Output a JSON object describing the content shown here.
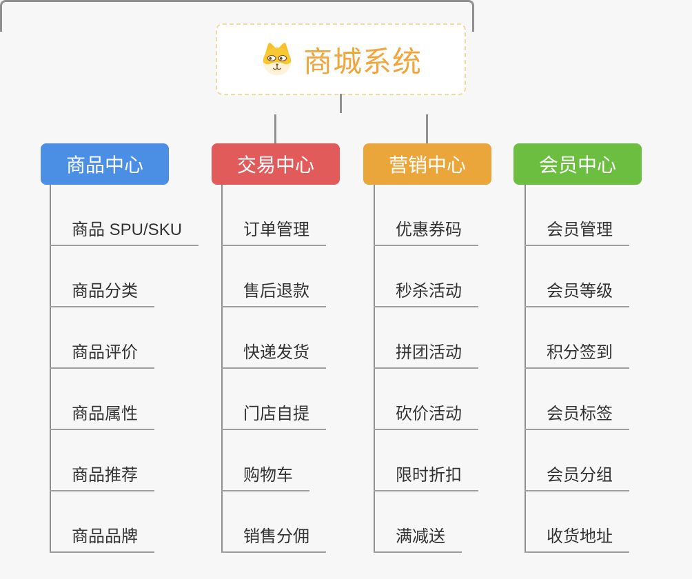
{
  "root": {
    "title": "商城系统",
    "icon": "dog-face-icon"
  },
  "branches": [
    {
      "label": "商品中心",
      "color": "#4a8fe4",
      "items": [
        "商品 SPU/SKU",
        "商品分类",
        "商品评价",
        "商品属性",
        "商品推荐",
        "商品品牌"
      ]
    },
    {
      "label": "交易中心",
      "color": "#e25b5b",
      "items": [
        "订单管理",
        "售后退款",
        "快递发货",
        "门店自提",
        "购物车",
        "销售分佣"
      ]
    },
    {
      "label": "营销中心",
      "color": "#eba63b",
      "items": [
        "优惠券码",
        "秒杀活动",
        "拼团活动",
        "砍价活动",
        "限时折扣",
        "满减送"
      ]
    },
    {
      "label": "会员中心",
      "color": "#6cbe41",
      "items": [
        "会员管理",
        "会员等级",
        "积分签到",
        "会员标签",
        "会员分组",
        "收货地址"
      ]
    }
  ],
  "colors": {
    "background": "#f7f7f7",
    "connector": "#8f8f8f",
    "underline": "#9e9e9e",
    "root_text": "#f0a63c",
    "root_border": "#f2d8a4",
    "item_text": "#333333"
  }
}
